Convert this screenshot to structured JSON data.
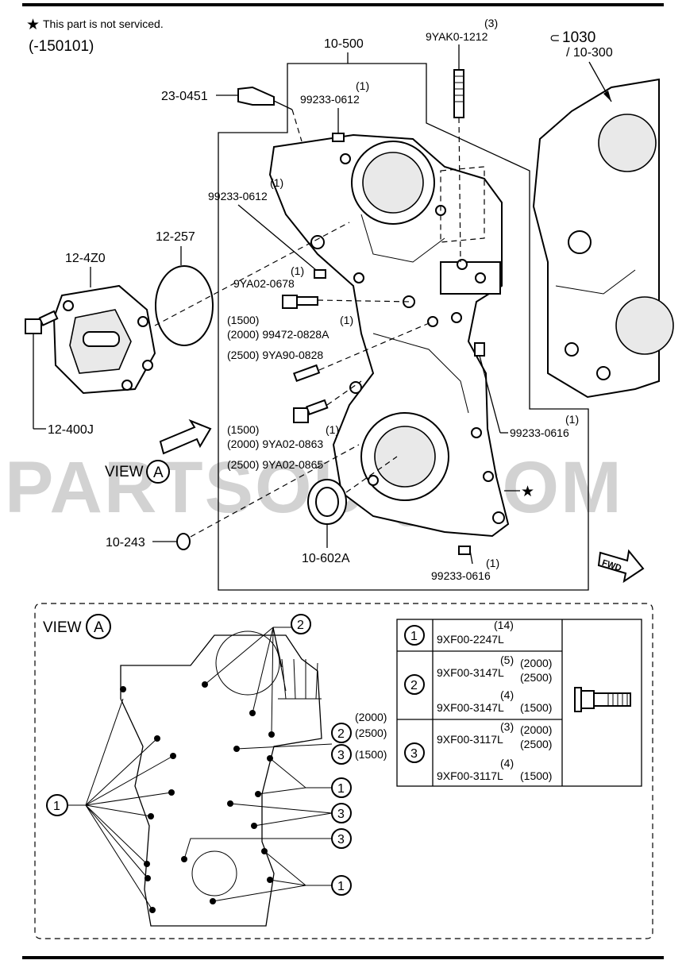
{
  "header": {
    "not_serviced_note": "This part is not serviced.",
    "period": "(-150101)"
  },
  "watermark": "PARTSOUQ.COM",
  "callouts": {
    "c_10_500": "10-500",
    "c_9yak0_qty": "(3)",
    "c_9yak0": "9YAK0-1212",
    "c_1030": "1030",
    "c_10_300": "/ 10-300",
    "c_23_0451": "23-0451",
    "c_99233_0612a_qty": "(1)",
    "c_99233_0612a": "99233-0612",
    "c_99233_0612b_qty": "(1)",
    "c_99233_0612b": "99233-0612",
    "c_12_257": "12-257",
    "c_12_4z0": "12-4Z0",
    "c_9ya02_0678_qty": "(1)",
    "c_9ya02_0678": "9YA02-0678",
    "c_1500a": "(1500)",
    "c_99472_qty": "(1)",
    "c_2000_99472": "(2000) 99472-0828A",
    "c_2500_9ya90": "(2500) 9YA90-0828",
    "c_12_400j": "12-400J",
    "c_99233_0616a_qty": "(1)",
    "c_99233_0616a": "99233-0616",
    "c_1500b": "(1500)",
    "c_9ya02_0863_qty": "(1)",
    "c_2000_9ya02_0863": "(2000) 9YA02-0863",
    "c_2500_9ya02_0865": "(2500) 9YA02-0865",
    "c_view_a": "VIEW",
    "c_view_a_letter": "A",
    "c_10_243": "10-243",
    "c_10_602a": "10-602A",
    "c_99233_0616b_qty": "(1)",
    "c_99233_0616b": "99233-0616",
    "c_fwd": "FWD"
  },
  "detail_view": {
    "title": "VIEW",
    "letter": "A",
    "side_labels": {
      "l_2000": "(2000)",
      "l_2500": "(2500)",
      "l_1500": "(1500)"
    },
    "markers": {
      "m1": "1",
      "m2": "2",
      "m3": "3"
    }
  },
  "bolt_table": {
    "rows": [
      {
        "marker": "1",
        "entries": [
          {
            "qty": "(14)",
            "part": "9XF00-2247L",
            "variant": ""
          }
        ]
      },
      {
        "marker": "2",
        "entries": [
          {
            "qty": "(5)",
            "part": "9XF00-3147L",
            "variant": "(2000)",
            "variant2": "(2500)"
          },
          {
            "qty": "(4)",
            "part": "9XF00-3147L",
            "variant": "(1500)"
          }
        ]
      },
      {
        "marker": "3",
        "entries": [
          {
            "qty": "(3)",
            "part": "9XF00-3117L",
            "variant": "(2000)",
            "variant2": "(2500)"
          },
          {
            "qty": "(4)",
            "part": "9XF00-3117L",
            "variant": "(1500)"
          }
        ]
      }
    ]
  }
}
